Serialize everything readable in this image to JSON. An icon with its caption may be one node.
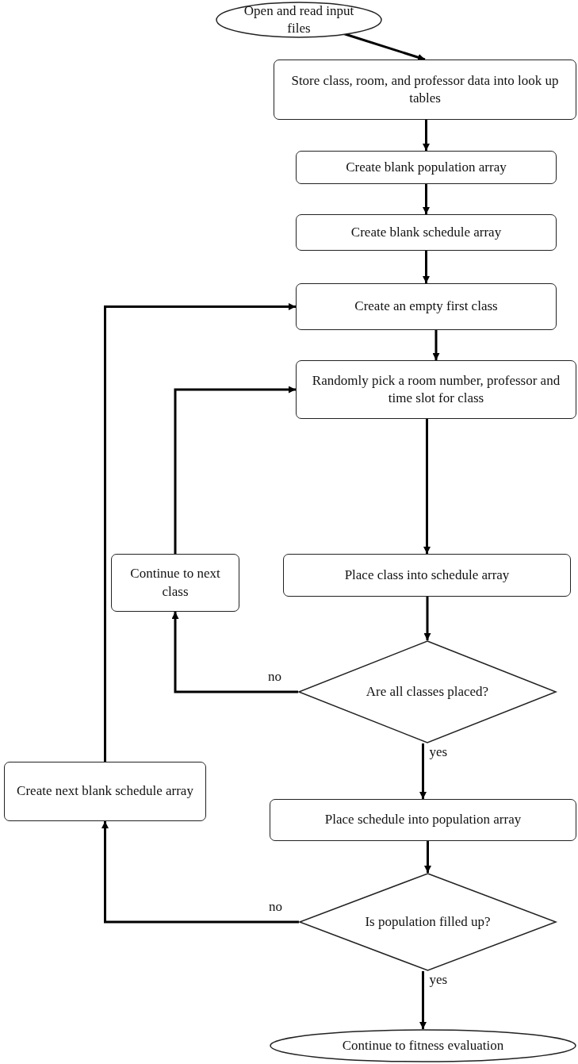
{
  "diagram": {
    "nodes": [
      {
        "text": [
          "Open and read input files"
        ]
      },
      {
        "text": [
          "Store class, room, and professor data into look up tables"
        ]
      },
      {
        "text": [
          "Create blank population array"
        ]
      },
      {
        "text": [
          "Create blank schedule array"
        ]
      },
      {
        "text": [
          "Create an empty first class"
        ]
      },
      {
        "text": [
          "Randomly pick a room number, professor and time slot for class"
        ]
      },
      {
        "text": [
          "Continue to next class"
        ]
      },
      {
        "text": [
          "Place class into schedule array"
        ]
      },
      {
        "text": [
          "Are all classes placed?"
        ]
      },
      {
        "text": [
          "Create next blank schedule array"
        ]
      },
      {
        "text": [
          "Place schedule into population array"
        ]
      },
      {
        "text": [
          "Is population filled up?"
        ]
      },
      {
        "text": [
          "Continue to fitness evaluation"
        ]
      }
    ],
    "edges": [
      {
        "from": 0,
        "to": 1,
        "arrow": "to"
      },
      {
        "from": 1,
        "to": 2,
        "arrow": "to"
      },
      {
        "from": 2,
        "to": 3,
        "arrow": "to"
      },
      {
        "from": 3,
        "to": 4,
        "arrow": "to"
      },
      {
        "from": 4,
        "to": 5,
        "arrow": "to"
      },
      {
        "from": 5,
        "to": 7,
        "arrow": "to"
      },
      {
        "from": 7,
        "to": 8,
        "arrow": "to"
      },
      {
        "from": 8,
        "to": 6,
        "arrow": "to",
        "label": "no"
      },
      {
        "from": 6,
        "to": 5,
        "arrow": "to"
      },
      {
        "from": 8,
        "to": 10,
        "arrow": "to",
        "label": "yes"
      },
      {
        "from": 10,
        "to": 11,
        "arrow": "to"
      },
      {
        "from": 11,
        "to": 9,
        "arrow": "to",
        "label": "no"
      },
      {
        "from": 9,
        "to": 4,
        "arrow": "to"
      },
      {
        "from": 11,
        "to": 12,
        "arrow": "to",
        "label": "yes"
      }
    ]
  }
}
